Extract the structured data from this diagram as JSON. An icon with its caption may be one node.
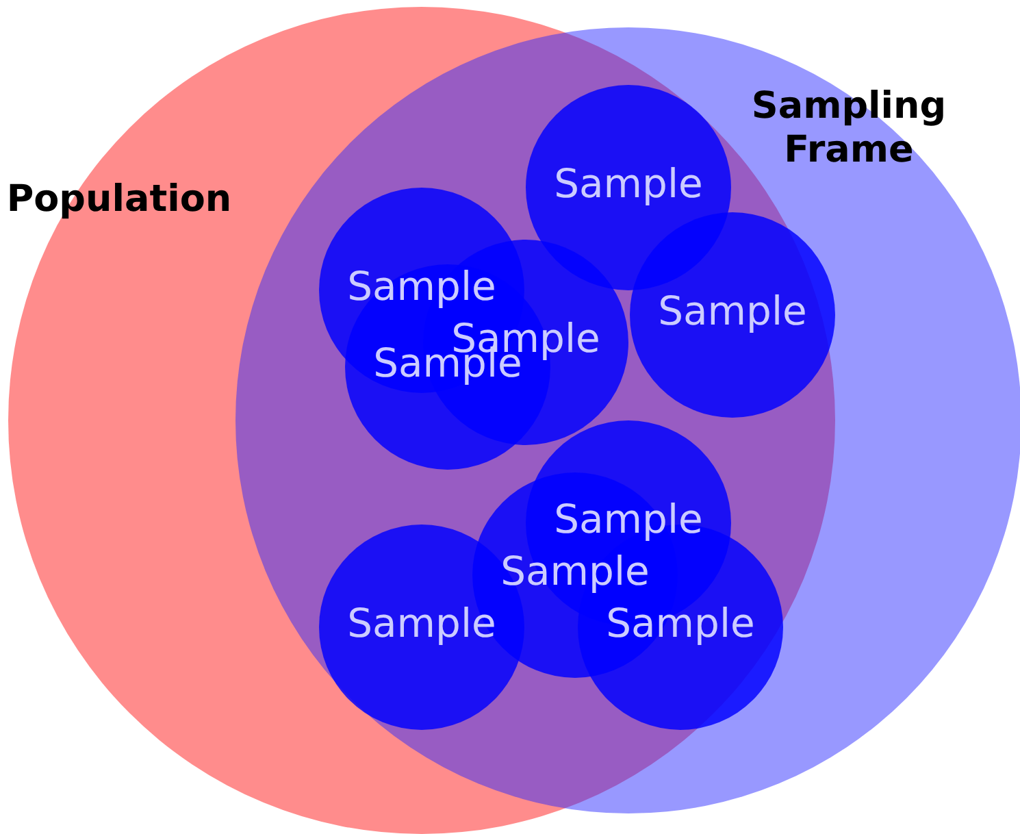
{
  "diagram": {
    "nodes": [
      {
        "text": [
          "Population"
        ]
      },
      {
        "text": [
          "Sampling Frame"
        ]
      },
      {
        "text": [
          "Sample"
        ]
      },
      {
        "text": [
          "Sample"
        ]
      },
      {
        "text": [
          "Sample"
        ]
      },
      {
        "text": [
          "Sample"
        ]
      },
      {
        "text": [
          "Sample"
        ]
      },
      {
        "text": [
          "Sample"
        ]
      },
      {
        "text": [
          "Sample"
        ]
      },
      {
        "text": [
          "Sample"
        ]
      },
      {
        "text": [
          "Sample"
        ]
      }
    ],
    "edges": []
  }
}
